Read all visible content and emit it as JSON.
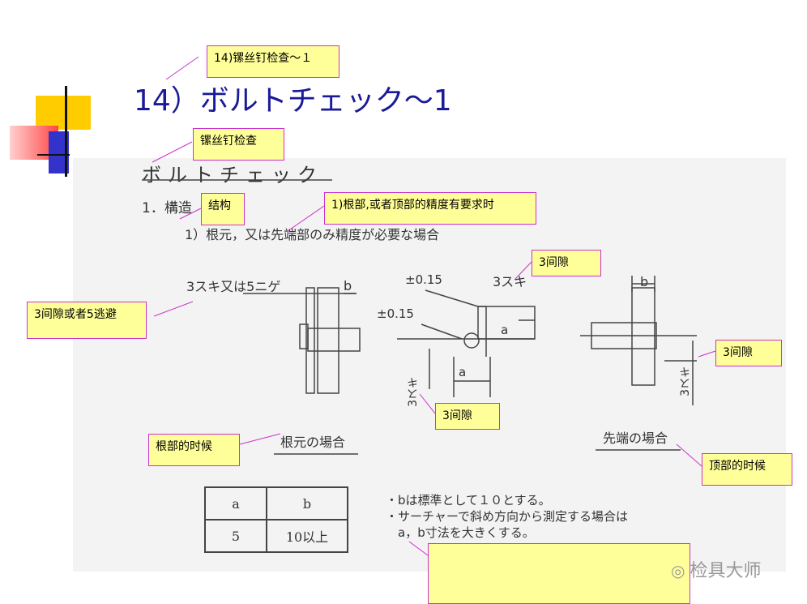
{
  "title": "14）ボルトチェック～1",
  "scan": {
    "heading": "ボルトチェック",
    "section": "1．構造",
    "subsection": "1）根元，又は先端部のみ精度が必要な場合",
    "fig1_label": "3スキ又は5ニゲ",
    "dim_b": "b",
    "dim_a": "a",
    "tol1": "±0.15",
    "tol2": "±0.15",
    "sukima": "3スキ",
    "sukima_v1": "3スキ",
    "sukima_v2": "3スキ",
    "caption_root": "根元の場合",
    "caption_tip": "先端の場合",
    "table": {
      "header": [
        "a",
        "b"
      ],
      "row": [
        "5",
        "10以上"
      ]
    },
    "notes": [
      "・bは標準として１０とする。",
      "・サーチャーで斜め方向から測定する場合は",
      "　a，b寸法を大きくする。"
    ]
  },
  "callouts": {
    "title_cn": "14)镙丝钉检查～１",
    "heading_cn": "镙丝钉检查",
    "structure_cn": "结构",
    "precision_cn": "1)根部,或者顶部的精度有要求时",
    "gap_cn_1": "3间隙",
    "gap_or_escape_cn": "3间隙或者5逃避",
    "gap_cn_2": "3间隙",
    "gap_cn_3": "3间隙",
    "root_case_cn": "根部的时候",
    "tip_case_cn": "顶部的时候",
    "empty_note": ""
  },
  "watermark": "检具大师",
  "colors": {
    "title": "#1a1a99",
    "callout_bg": "#ffff99",
    "callout_border": "#cc33cc",
    "deco_yellow": "#ffcc00",
    "deco_red": "#ff3333",
    "deco_blue": "#3333cc"
  }
}
